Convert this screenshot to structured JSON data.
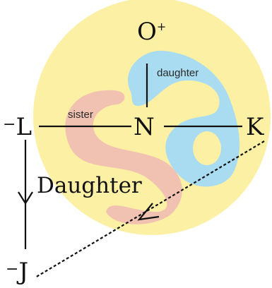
{
  "colors": {
    "circle": "#fbf0a4",
    "blue_shape": "#a9dbf1",
    "red_shape": "#f1c1b2",
    "line": "#111111",
    "relation_text": "#2a2a2a"
  },
  "nodes": {
    "top": {
      "letter": "O",
      "sign": "+"
    },
    "left": {
      "letter": "L",
      "sign": "−"
    },
    "center": {
      "letter": "N",
      "sign": ""
    },
    "right": {
      "letter": "K",
      "sign": ""
    },
    "bottom": {
      "letter": "J",
      "sign": "−"
    }
  },
  "edges": {
    "n_o": "daughter",
    "l_n": "sister",
    "l_j": "Daughter"
  },
  "icons": [
    "upward-vertical-line",
    "down-arrow",
    "dashed-arrow"
  ]
}
